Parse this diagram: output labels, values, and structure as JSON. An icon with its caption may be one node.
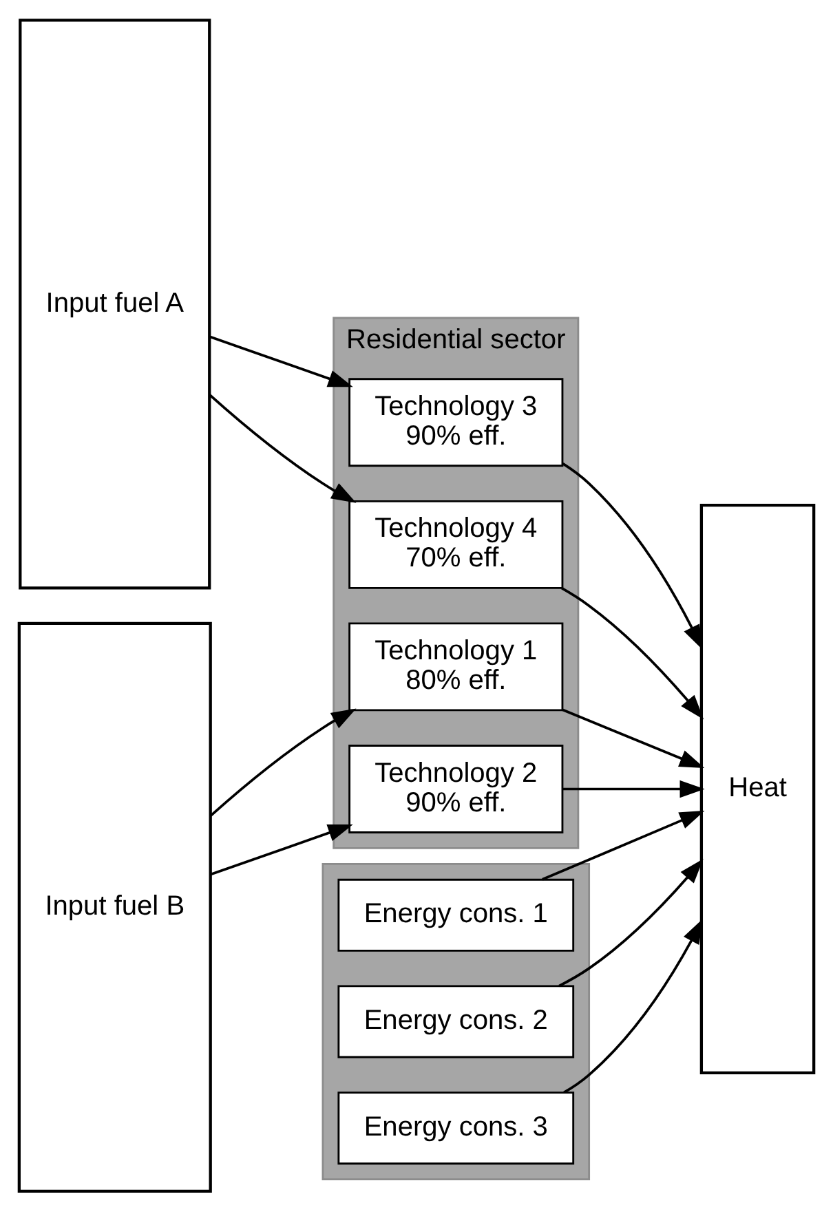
{
  "diagram": {
    "nodes": [
      {
        "text": [
          "Input fuel A"
        ]
      },
      {
        "text": [
          "Input fuel B"
        ]
      },
      {
        "text": [
          "Heat"
        ]
      },
      {
        "text": [
          "Residential sector"
        ]
      },
      {
        "text": [
          "Technology 1",
          "80% eff."
        ],
        "in": 3
      },
      {
        "text": [
          "Technology 2",
          "90% eff."
        ],
        "in": 3
      },
      {
        "text": [
          "Technology 3",
          "90% eff."
        ],
        "in": 3
      },
      {
        "text": [
          "Technology 4",
          "70% eff."
        ],
        "in": 3
      },
      {
        "text": [],
        "shape": "box"
      },
      {
        "text": [
          "Energy cons. 1"
        ],
        "in": 8
      },
      {
        "text": [
          "Energy cons. 2"
        ],
        "in": 8
      },
      {
        "text": [
          "Energy cons. 3"
        ],
        "in": 8
      }
    ],
    "edges": [
      {
        "from": 1,
        "to": 4,
        "arrow": "to"
      },
      {
        "from": 1,
        "to": 5,
        "arrow": "to"
      },
      {
        "from": 0,
        "to": 6,
        "arrow": "to"
      },
      {
        "from": 0,
        "to": 7,
        "arrow": "to"
      },
      {
        "from": 4,
        "to": 2,
        "arrow": "to"
      },
      {
        "from": 5,
        "to": 2,
        "arrow": "to"
      },
      {
        "from": 6,
        "to": 2,
        "arrow": "to"
      },
      {
        "from": 7,
        "to": 2,
        "arrow": "to"
      },
      {
        "from": 9,
        "to": 2,
        "arrow": "to"
      },
      {
        "from": 10,
        "to": 2,
        "arrow": "to"
      },
      {
        "from": 11,
        "to": 2,
        "arrow": "to"
      }
    ]
  }
}
